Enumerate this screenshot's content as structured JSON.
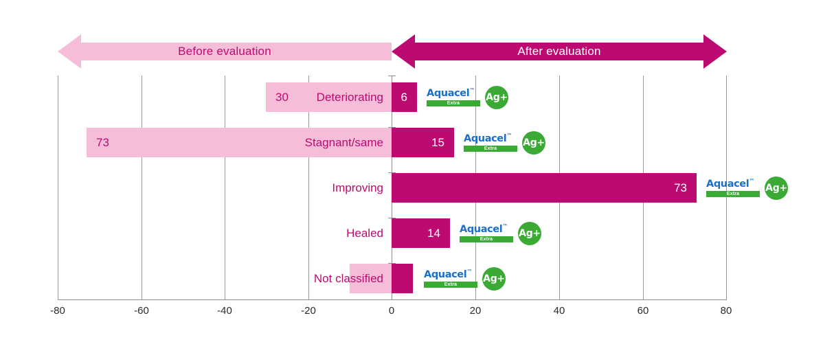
{
  "banners": {
    "before": {
      "label": "Before evaluation",
      "color": "#F6BDD8",
      "text_color": "#BD0A72"
    },
    "after": {
      "label": "After evaluation",
      "color": "#BD0A72",
      "text_color": "#FFFFFF"
    }
  },
  "logo": {
    "brand": "Aquacel",
    "tm": "™",
    "variant": "Extra",
    "badge": "Ag+",
    "brand_color": "#1C6FC9",
    "badge_color": "#3AAA35"
  },
  "chart_data": {
    "type": "bar",
    "orientation": "horizontal",
    "subtype": "diverging-paired",
    "title": "",
    "xlabel": "",
    "ylabel": "",
    "xlim": [
      -80,
      80
    ],
    "xticks": [
      -80,
      -60,
      -40,
      -20,
      0,
      20,
      40,
      60,
      80
    ],
    "xtick_labels": [
      "-80",
      "-60",
      "-40",
      "-20",
      "0",
      "20",
      "40",
      "60",
      "80"
    ],
    "grid": true,
    "legend": false,
    "categories": [
      "Deteriorating",
      "Stagnant/same",
      "Improving",
      "Healed",
      "Not classified"
    ],
    "series": [
      {
        "name": "Before evaluation",
        "color": "#F6BDD8",
        "values": [
          -30,
          -73,
          0,
          0,
          -10
        ]
      },
      {
        "name": "After evaluation",
        "color": "#BD0A72",
        "values": [
          6,
          15,
          73,
          14,
          5
        ]
      }
    ],
    "rows": [
      {
        "category": "Deteriorating",
        "before_value": -30,
        "before_label": "30",
        "after_value": 6,
        "after_label": "6",
        "label_placement": "inside-before"
      },
      {
        "category": "Stagnant/same",
        "before_value": -73,
        "before_label": "73",
        "after_value": 15,
        "after_label": "15",
        "label_placement": "inside-before"
      },
      {
        "category": "Improving",
        "before_value": 0,
        "before_label": "",
        "after_value": 73,
        "after_label": "73",
        "label_placement": "outside-left"
      },
      {
        "category": "Healed",
        "before_value": 0,
        "before_label": "",
        "after_value": 14,
        "after_label": "14",
        "label_placement": "outside-left"
      },
      {
        "category": "Not classified",
        "before_value": -10,
        "before_label": "",
        "after_value": 5,
        "after_label": "",
        "label_placement": "outside-left"
      }
    ]
  }
}
